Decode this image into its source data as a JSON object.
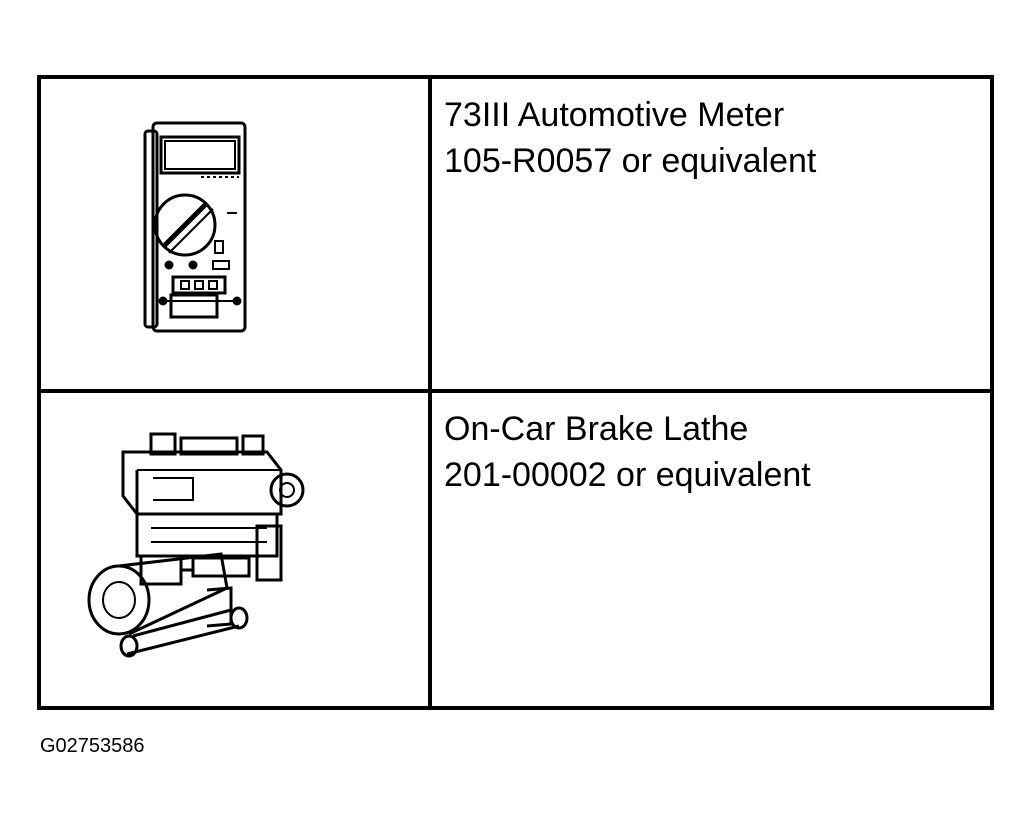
{
  "tools": [
    {
      "name": "73III Automotive Meter",
      "number": "105-R0057 or equivalent",
      "icon": "multimeter-icon"
    },
    {
      "name": "On-Car Brake Lathe",
      "number": "201-00002 or equivalent",
      "icon": "brake-lathe-icon"
    }
  ],
  "figure_id": "G02753586"
}
